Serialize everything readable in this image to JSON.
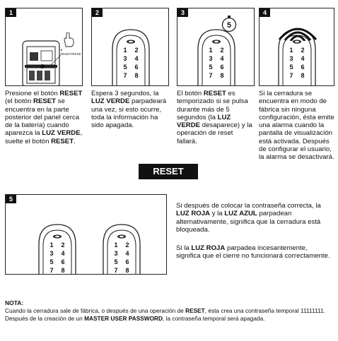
{
  "steps": [
    {
      "number": "1",
      "segments": [
        {
          "t": "Presione el botón ",
          "b": false
        },
        {
          "t": "RESET",
          "b": true
        },
        {
          "t": " (el botón ",
          "b": false
        },
        {
          "t": "RESET",
          "b": true
        },
        {
          "t": " se encuentra en la parte posterior del panel cerca de la batería) cuando aparezca la ",
          "b": false
        },
        {
          "t": "LUZ VERDE",
          "b": true
        },
        {
          "t": ", suelte el botón ",
          "b": false
        },
        {
          "t": "RESET",
          "b": true
        },
        {
          "t": ".",
          "b": false
        }
      ],
      "illustration_label": "▸ RESET/RESE"
    },
    {
      "number": "2",
      "segments": [
        {
          "t": "Espera 3 segundos, la ",
          "b": false
        },
        {
          "t": "LUZ VERDE",
          "b": true
        },
        {
          "t": " parpadeará una vez, si esto ocurre, toda la información ha sido apagada.",
          "b": false
        }
      ]
    },
    {
      "number": "3",
      "segments": [
        {
          "t": "El botón ",
          "b": false
        },
        {
          "t": "RESET",
          "b": true
        },
        {
          "t": " es temporizado si se pulsa durante más de 5 segundos (la ",
          "b": false
        },
        {
          "t": "LUZ VERDE",
          "b": true
        },
        {
          "t": " desaparece) y la operación de reset fallará.",
          "b": false
        }
      ],
      "timer_value": "5"
    },
    {
      "number": "4",
      "segments": [
        {
          "t": "Si la cerradura se encuentra en modo de fábrica sin ninguna configuración, ésta emite una alarma cuando la pantalla de visualización está activada. Después de configurar el usuario, la alarma se desactivará.",
          "b": false
        }
      ]
    }
  ],
  "reset_banner": "RESET",
  "step5": {
    "number": "5",
    "paragraph1": [
      {
        "t": "Si después de colocar la contraseña correcta, la ",
        "b": false
      },
      {
        "t": "LUZ ROJA",
        "b": true
      },
      {
        "t": " y la ",
        "b": false
      },
      {
        "t": "LUZ AZUL",
        "b": true
      },
      {
        "t": " parpadean alternativamente, significa que la cerradura está bloqueada.",
        "b": false
      }
    ],
    "paragraph2": [
      {
        "t": "Si la ",
        "b": false
      },
      {
        "t": "LUZ ROJA",
        "b": true
      },
      {
        "t": " parpadea incesantemente, significa que el cierre no funcionará correctamente.",
        "b": false
      }
    ]
  },
  "keypad_keys": [
    "1",
    "2",
    "3",
    "4",
    "5",
    "6",
    "7",
    "8"
  ],
  "note": {
    "title": "NOTA:",
    "segments": [
      {
        "t": "Cuando la cerradura sale de fábrica, o después de una operación de ",
        "b": false
      },
      {
        "t": "RESET",
        "b": true
      },
      {
        "t": ", ésta crea una contraseña temporal 11111111. Después de la creación de un ",
        "b": false
      },
      {
        "t": "MASTER USER PASSWORD",
        "b": true
      },
      {
        "t": ", la contraseña temporal será apagada.",
        "b": false
      }
    ]
  },
  "colors": {
    "ink": "#111111",
    "panel_bg": "#ffffff"
  }
}
